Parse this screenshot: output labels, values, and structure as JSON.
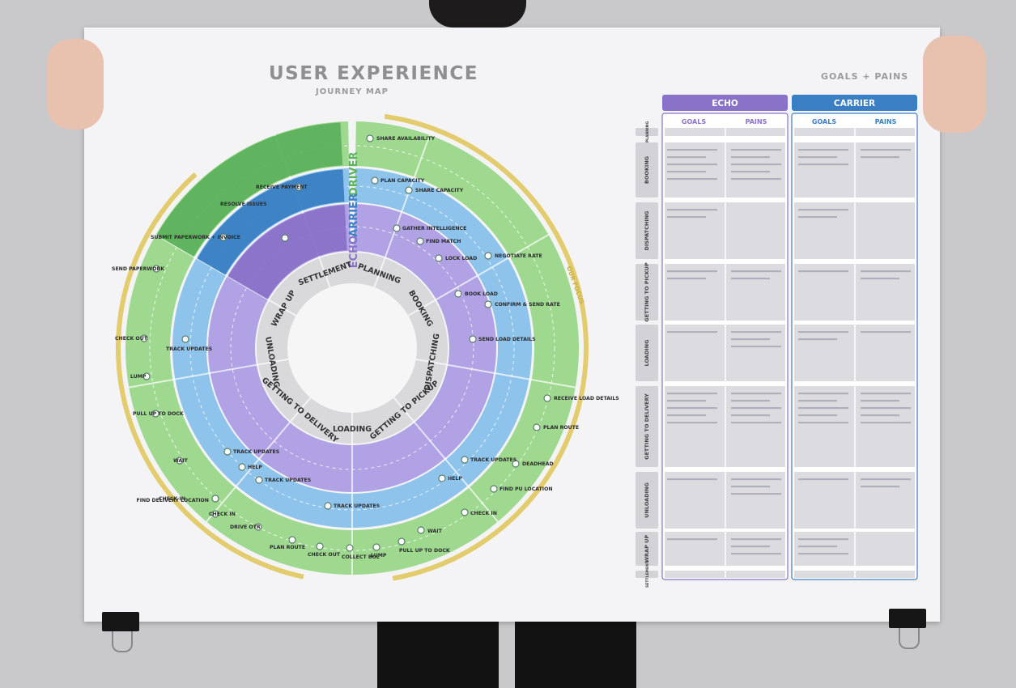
{
  "poster": {
    "title": "USER EXPERIENCE",
    "subtitle": "JOURNEY MAP",
    "goals_pains_title": "GOALS + PAINS",
    "our_focus": "OUR FOCUS"
  },
  "rings": [
    {
      "name": "DRIVER",
      "color": "#5db25d"
    },
    {
      "name": "CARRIER",
      "color": "#3a7fc4"
    },
    {
      "name": "ECHO",
      "color": "#8a72c9"
    }
  ],
  "phases": [
    "PLANNING",
    "BOOKING",
    "DISPATCHING",
    "GETTING TO PICKUP",
    "LOADING",
    "GETTING TO DELIVERY",
    "UNLOADING",
    "WRAP UP",
    "SETTLEMENT"
  ],
  "steps": [
    "SHARE AVAILABILITY",
    "PLAN CAPACITY",
    "SHARE CAPACITY",
    "GATHER INTELLIGENCE",
    "FIND MATCH",
    "LOCK LOAD",
    "NEGOTIATE RATE",
    "BOOK LOAD",
    "CONFIRM & SEND RATE",
    "SEND LOAD DETAILS",
    "RECEIVE LOAD DETAILS",
    "PLAN ROUTE",
    "DEADHEAD",
    "TRACK UPDATES",
    "FIND PU LOCATION",
    "HELP",
    "CHECK IN",
    "WAIT",
    "TRACK UPDATES",
    "PULL UP TO DOCK",
    "LUMP",
    "COLLECT BOL",
    "CHECK OUT",
    "PLAN ROUTE",
    "DRIVE OTR",
    "CHECK IN",
    "FIND DELIVERY LOCATION",
    "TRACK UPDATES",
    "HELP",
    "TRACK UPDATES",
    "CHECK IN",
    "WAIT",
    "PULL UP TO DOCK",
    "LUMP",
    "CHECK OUT",
    "TRACK UPDATES",
    "SEND PAPERWORK",
    "SUBMIT PAPERWORK + INVOICE",
    "RESOLVE ISSUES",
    "RECEIVE PAYMENT"
  ],
  "table": {
    "groups": [
      {
        "name": "ECHO",
        "color": "#8a72c9"
      },
      {
        "name": "CARRIER",
        "color": "#3a7fc4"
      }
    ],
    "columns": [
      "GOALS",
      "PAINS",
      "GOALS",
      "PAINS"
    ],
    "rows": [
      "PLANNING",
      "BOOKING",
      "DISPATCHING",
      "GETTING TO PICKUP",
      "LOADING",
      "GETTING TO DELIVERY",
      "UNLOADING",
      "WRAP UP",
      "SETTLEMENT"
    ]
  },
  "colors": {
    "green": "#5db25d",
    "blue": "#3a7fc4",
    "purple": "#8a72c9",
    "gold": "#e3cc6d"
  }
}
